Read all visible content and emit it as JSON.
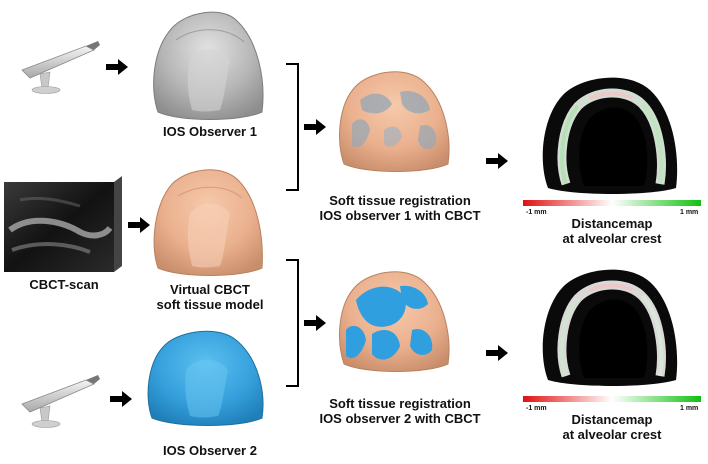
{
  "labels": {
    "ios_observer_1": "IOS Observer 1",
    "cbct_scan": "CBCT-scan",
    "virtual_cbct_line1": "Virtual CBCT",
    "virtual_cbct_line2": "soft tissue model",
    "ios_observer_2": "IOS Observer 2",
    "registration_1_line1": "Soft tissue registration",
    "registration_1_line2": "IOS observer 1 with CBCT",
    "registration_2_line1": "Soft tissue registration",
    "registration_2_line2": "IOS observer 2 with CBCT",
    "distancemap_1_line1": "Distancemap",
    "distancemap_1_line2": "at alveolar crest",
    "distancemap_2_line1": "Distancemap",
    "distancemap_2_line2": "at alveolar crest"
  },
  "scale": {
    "min_label": "-1 mm",
    "max_label": "1 mm",
    "colors": {
      "negative": "#e01010",
      "neutral": "#ffffff",
      "positive": "#10c010"
    }
  },
  "colors": {
    "gray_model": "#b9b9b9",
    "skin_model": "#efb592",
    "blue_model": "#3aa3de",
    "distance_ring": "#0a0a0a"
  },
  "icons": [
    "intraoral-scanner-icon",
    "cbct-scan-image"
  ]
}
